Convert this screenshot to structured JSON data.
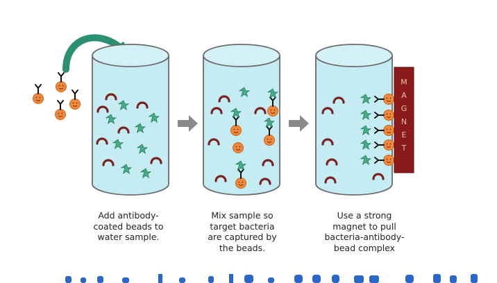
{
  "steps": [
    {
      "caption_lines": [
        "Add antibody-",
        "coated beads to",
        "water sample."
      ]
    },
    {
      "caption_lines": [
        "Mix sample so",
        "target bacteria",
        "are captured by",
        "the beads."
      ]
    },
    {
      "caption_lines": [
        "Use a strong",
        "magnet to pull",
        "bacteria-antibody-",
        "bead complex"
      ]
    }
  ],
  "magnet": {
    "letters": [
      "M",
      "A",
      "G",
      "N",
      "E",
      "T"
    ]
  },
  "colors": {
    "water": "#c6ecf3",
    "outline": "#6b6b6b",
    "bead": "#f0893b",
    "bead_outline": "#c96518",
    "bacteria": "#7a2323",
    "target_star": "#43ae86",
    "magnet": "#8b1a1a",
    "arrow_curved": "#2b8f72",
    "arrow_step": "#8a8a8a",
    "bottom_text": "#2a67c9"
  },
  "icons": [
    "bead-antibody-icon",
    "target-bacteria-star-icon",
    "bacteria-arc-icon",
    "curved-arrow-icon",
    "step-arrow-icon"
  ]
}
